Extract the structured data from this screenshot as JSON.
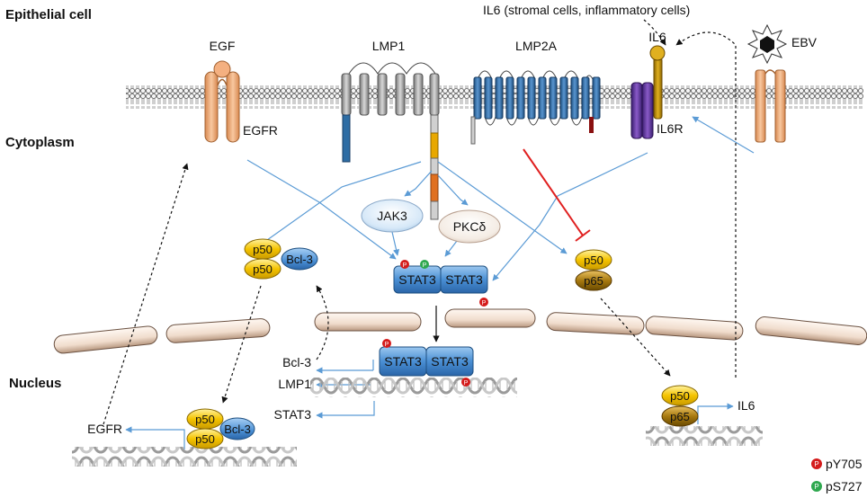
{
  "regions": {
    "epithelial": "Epithelial cell",
    "cytoplasm": "Cytoplasm",
    "nucleus": "Nucleus"
  },
  "receptors": {
    "egf": "EGF",
    "egfr": "EGFR",
    "lmp1": "LMP1",
    "lmp2a": "LMP2A",
    "il6": "IL6",
    "il6r": "IL6R",
    "ebv": "EBV",
    "il6_source": "IL6 (stromal cells, inflammatory cells)"
  },
  "kinases": {
    "jak3": "JAK3",
    "pkc": "PKCδ"
  },
  "complexes": {
    "stat3": "STAT3",
    "p50": "p50",
    "p65": "p65",
    "bcl3": "Bcl-3"
  },
  "genes": {
    "bcl3": "Bcl-3",
    "lmp1": "LMP1",
    "stat3": "STAT3",
    "egfr": "EGFR",
    "il6": "IL6"
  },
  "legend": {
    "p_mark": "P",
    "pY705": "pY705",
    "pS727": "pS727",
    "colors": {
      "pY705": "#d41b1b",
      "pS727": "#2fa84f"
    }
  },
  "colors": {
    "arrow": "#5b9bd5",
    "inhibit": "#e02020",
    "stat3": "#4a8fd4",
    "p50": "#f5c400",
    "p65": "#a87a10",
    "bcl3": "#4a8fd4",
    "egfr": "#f0b080",
    "lmp1": "#a8a8a8",
    "lmp2a": "#2e6da4",
    "il6r": "#6a3fa0"
  }
}
